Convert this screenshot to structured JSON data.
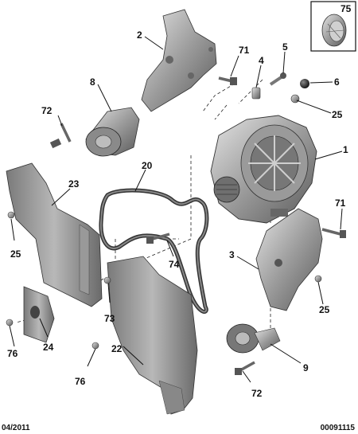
{
  "callouts": {
    "c75": "75",
    "c2": "2",
    "c71a": "71",
    "c5": "5",
    "c4": "4",
    "c6": "6",
    "c8": "8",
    "c72a": "72",
    "c25a": "25",
    "c1": "1",
    "c20": "20",
    "c23": "23",
    "c71b": "71",
    "c25b": "25",
    "c74": "74",
    "c3": "3",
    "c73": "73",
    "c25c": "25",
    "c76a": "76",
    "c24": "24",
    "c22": "22",
    "c9": "9",
    "c76b": "76",
    "c72b": "72"
  },
  "footer": {
    "date": "04/2011",
    "ref": "00091115"
  }
}
